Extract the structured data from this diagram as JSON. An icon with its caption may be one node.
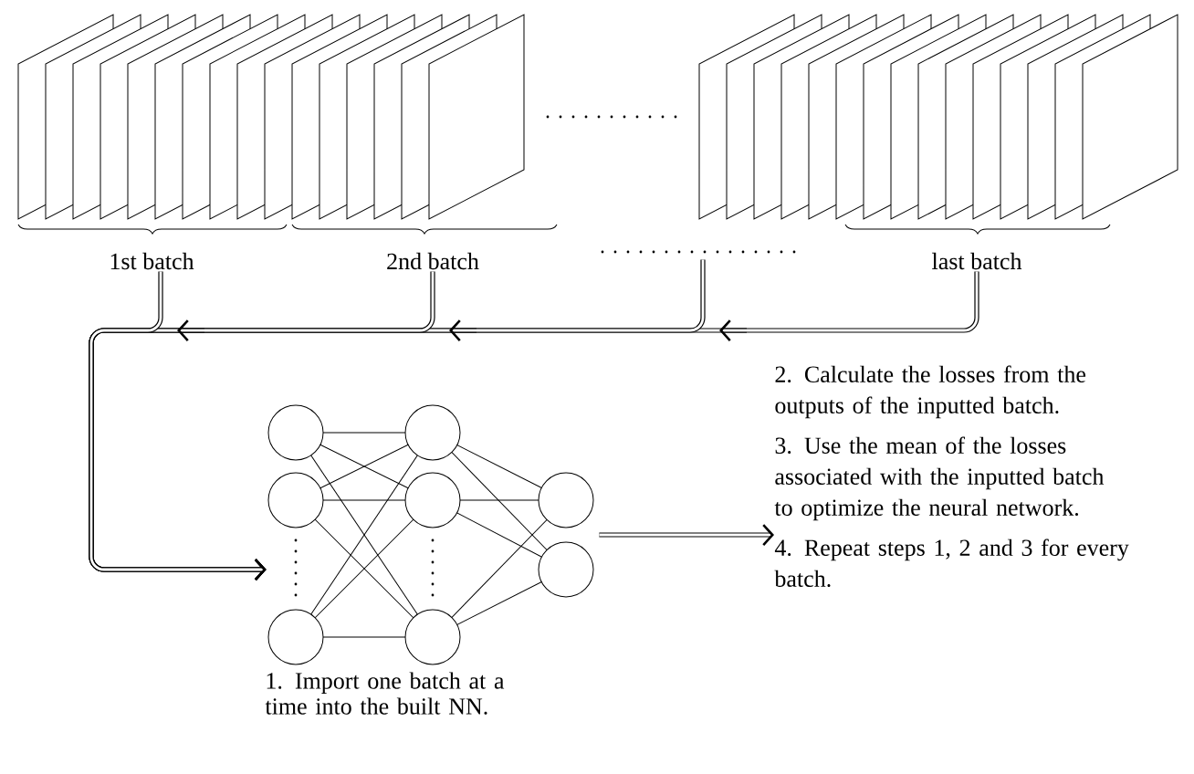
{
  "diagram": {
    "nodes": [
      {
        "text": [
          "1st batch"
        ]
      },
      {
        "text": [
          "2nd batch"
        ]
      },
      {
        "text": [],
        "shape": "dots"
      },
      {
        "text": [
          "last batch"
        ]
      },
      {
        "text": [
          "1. Import one batch at a time into the built NN."
        ]
      },
      {
        "text": [
          "2. Calculate the losses from the outputs of the inputted batch.",
          "3. Use the mean of the losses associated with the inputted batch to optimize the neural network.",
          "4. Repeat steps 1, 2 and 3 for every batch."
        ]
      }
    ],
    "edges": [
      {
        "from": 0,
        "to": 4,
        "arrow": "to"
      },
      {
        "from": 1,
        "to": 4,
        "arrow": "to"
      },
      {
        "from": 2,
        "to": 4,
        "arrow": "to"
      },
      {
        "from": 3,
        "to": 4,
        "arrow": "to"
      },
      {
        "from": 4,
        "to": 5,
        "arrow": "to"
      }
    ]
  }
}
